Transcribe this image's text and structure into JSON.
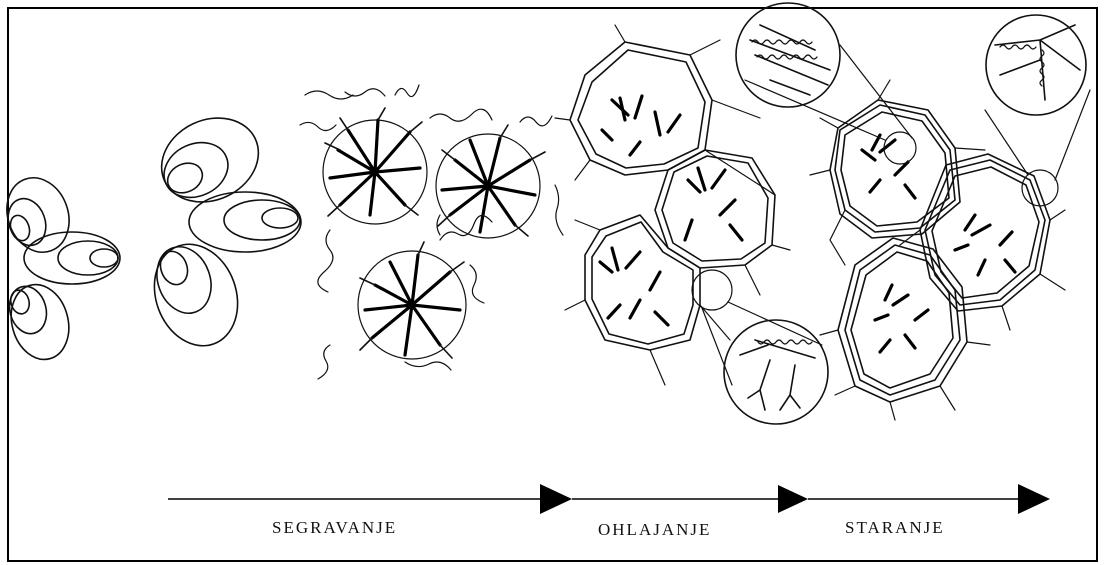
{
  "stages": {
    "segravanje": "SEGRAVANJE",
    "ohlajanje": "OHLAJANJE",
    "staranje": "STARANJE"
  },
  "colors": {
    "ink": "#111111",
    "background": "#ffffff"
  }
}
